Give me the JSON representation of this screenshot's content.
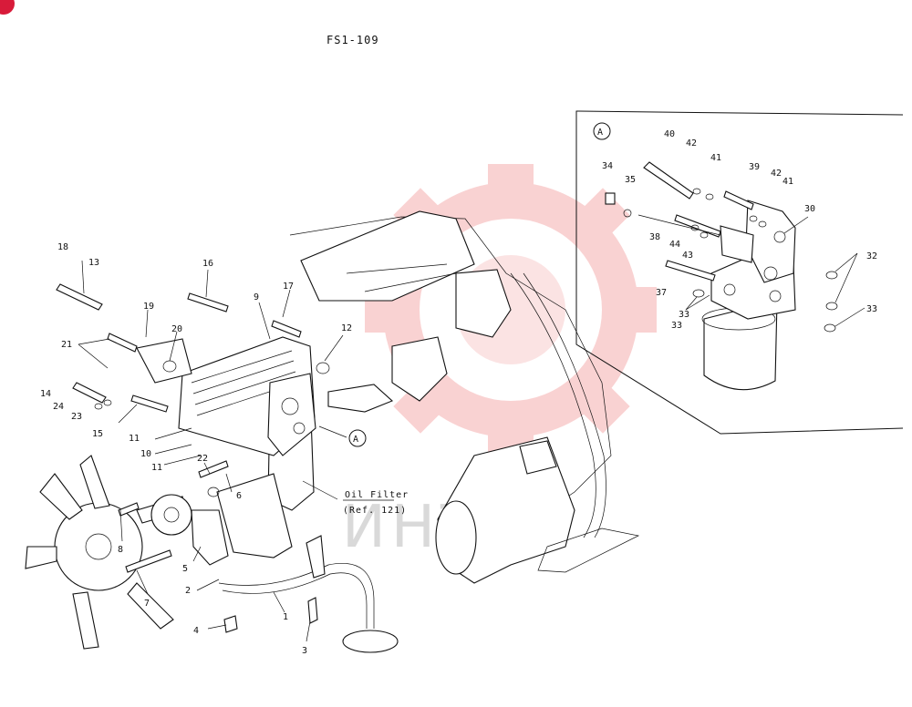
{
  "header": {
    "code": "FS1-109"
  },
  "detail": {
    "marker": "A"
  },
  "callouts": {
    "oil_filter": "Oil Filter",
    "oil_filter_ref": "(Ref. 121)",
    "detail_ref": "A"
  },
  "watermark": {
    "text": "ИНТЕХ",
    "color": "#f2a0a0"
  },
  "badge": {
    "color": "#d81b3a"
  },
  "part_labels": [
    "1",
    "2",
    "3",
    "4",
    "5",
    "6",
    "7",
    "8",
    "9",
    "10",
    "11",
    "11",
    "12",
    "13",
    "14",
    "15",
    "16",
    "17",
    "18",
    "19",
    "20",
    "21",
    "22",
    "23",
    "24",
    "30",
    "32",
    "33",
    "33",
    "33",
    "34",
    "35",
    "37",
    "38",
    "39",
    "40",
    "41",
    "41",
    "42",
    "42",
    "43",
    "44"
  ]
}
